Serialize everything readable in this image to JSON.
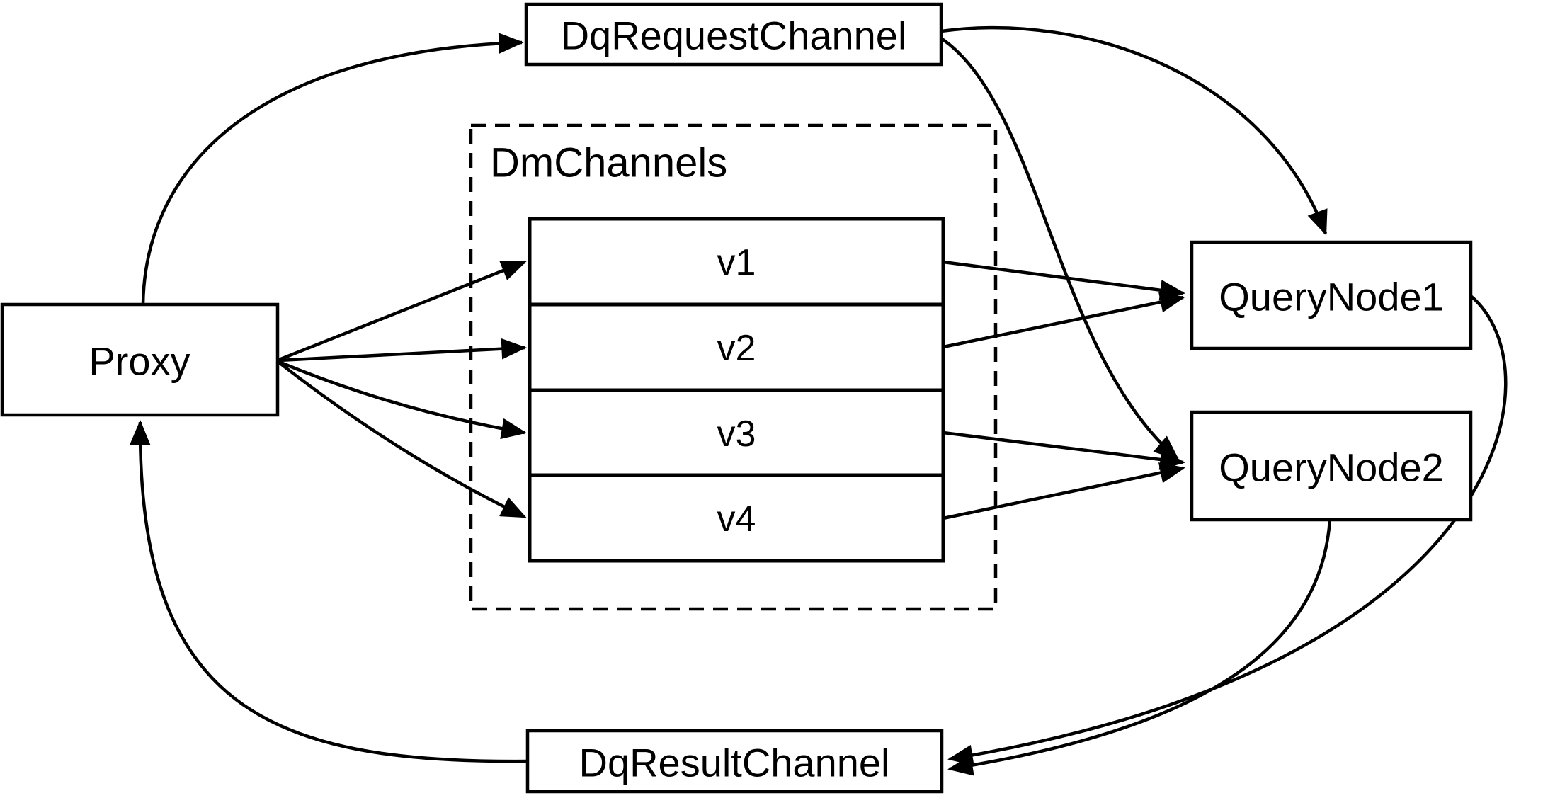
{
  "diagram": {
    "background_color": "#ffffff",
    "line_color": "#000000",
    "nodes": {
      "proxy": {
        "label": "Proxy"
      },
      "dq_request_channel": {
        "label": "DqRequestChannel"
      },
      "dm_channels": {
        "label": "DmChannels",
        "channels": [
          "v1",
          "v2",
          "v3",
          "v4"
        ]
      },
      "query_node_1": {
        "label": "QueryNode1"
      },
      "query_node_2": {
        "label": "QueryNode2"
      },
      "dq_result_channel": {
        "label": "DqResultChannel"
      }
    },
    "edges": [
      {
        "from": "Proxy",
        "to": "DqRequestChannel"
      },
      {
        "from": "Proxy",
        "to": "v1"
      },
      {
        "from": "Proxy",
        "to": "v2"
      },
      {
        "from": "Proxy",
        "to": "v3"
      },
      {
        "from": "Proxy",
        "to": "v4"
      },
      {
        "from": "v1",
        "to": "QueryNode1"
      },
      {
        "from": "v2",
        "to": "QueryNode1"
      },
      {
        "from": "v3",
        "to": "QueryNode2"
      },
      {
        "from": "v4",
        "to": "QueryNode2"
      },
      {
        "from": "DqRequestChannel",
        "to": "QueryNode1"
      },
      {
        "from": "DqRequestChannel",
        "to": "QueryNode2"
      },
      {
        "from": "QueryNode1",
        "to": "DqResultChannel"
      },
      {
        "from": "QueryNode2",
        "to": "DqResultChannel"
      },
      {
        "from": "DqResultChannel",
        "to": "Proxy"
      }
    ]
  }
}
